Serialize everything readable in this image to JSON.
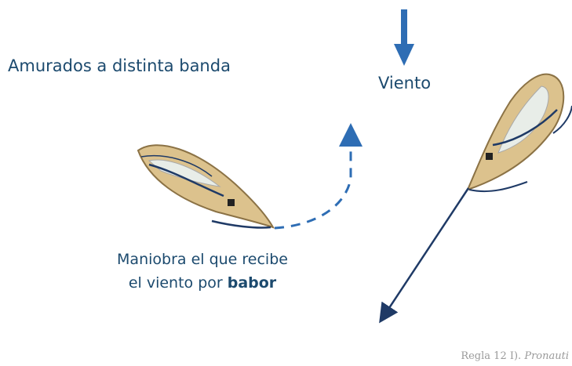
{
  "title": "Amurados a distinta banda",
  "wind": {
    "label": "Viento"
  },
  "caption": {
    "line1": "Maniobra el que recibe",
    "line2_prefix": "el viento por ",
    "line2_bold": "babor"
  },
  "credit": {
    "prefix": "Regla 12 I). ",
    "source": "Pronauti"
  },
  "colors": {
    "text": "#1c4a6e",
    "wind_arrow": "#2e6db4",
    "hull": "#dcc28d",
    "sail": "#1f3a66"
  }
}
